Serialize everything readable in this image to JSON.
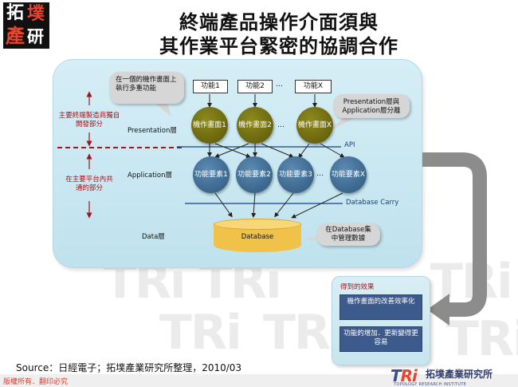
{
  "logo": {
    "chars": [
      "拓",
      "墣",
      "產",
      "研"
    ]
  },
  "title": {
    "line1": "終端產品操作介面須與",
    "line2": "其作業平台緊密的協調合作"
  },
  "watermark_text": "TRi",
  "bubble_top": "在一個的機作畫面上執行多重功能",
  "functions": [
    "功能1",
    "功能2",
    "功能X"
  ],
  "functions_dots": "…",
  "bubble_right": "Presentation層與Application層分離",
  "left_top_text": "主要終端製造商獨自開發部分",
  "left_bottom_text": "在主要平台內共通的部分",
  "layers": {
    "presentation": "Presentation層",
    "application": "Application層",
    "data": "Data層"
  },
  "presentation_nodes": [
    "機作畫面1",
    "機作畫面2",
    "機作畫面X"
  ],
  "application_nodes": [
    "功能要素1",
    "功能要素2",
    "功能要素3",
    "功能要素X"
  ],
  "node_dots": "…",
  "api_label": "API",
  "db_carry_label": "Database Carry",
  "database_label": "Database",
  "bubble_data": "在Database集中管理數據",
  "result": {
    "title": "得到的效果",
    "items": [
      "機作畫面的改善效率化",
      "功能的增加．更新變得更容易"
    ]
  },
  "source": "Source：日經電子；拓墣產業研究所整理，2010/03",
  "footer_left": "版權所有．翻印必究",
  "tri_logo": {
    "t": "T",
    "ri": "Ri"
  },
  "tri_sub": "TOPOLOGY RESEARCH INSTITUTE",
  "tri_cn": "拓墣產業研究所",
  "colors": {
    "olive": "#6e6a10",
    "blue": "#3f6b92",
    "red": "#a3141b",
    "panel": "#c8e7f1"
  }
}
